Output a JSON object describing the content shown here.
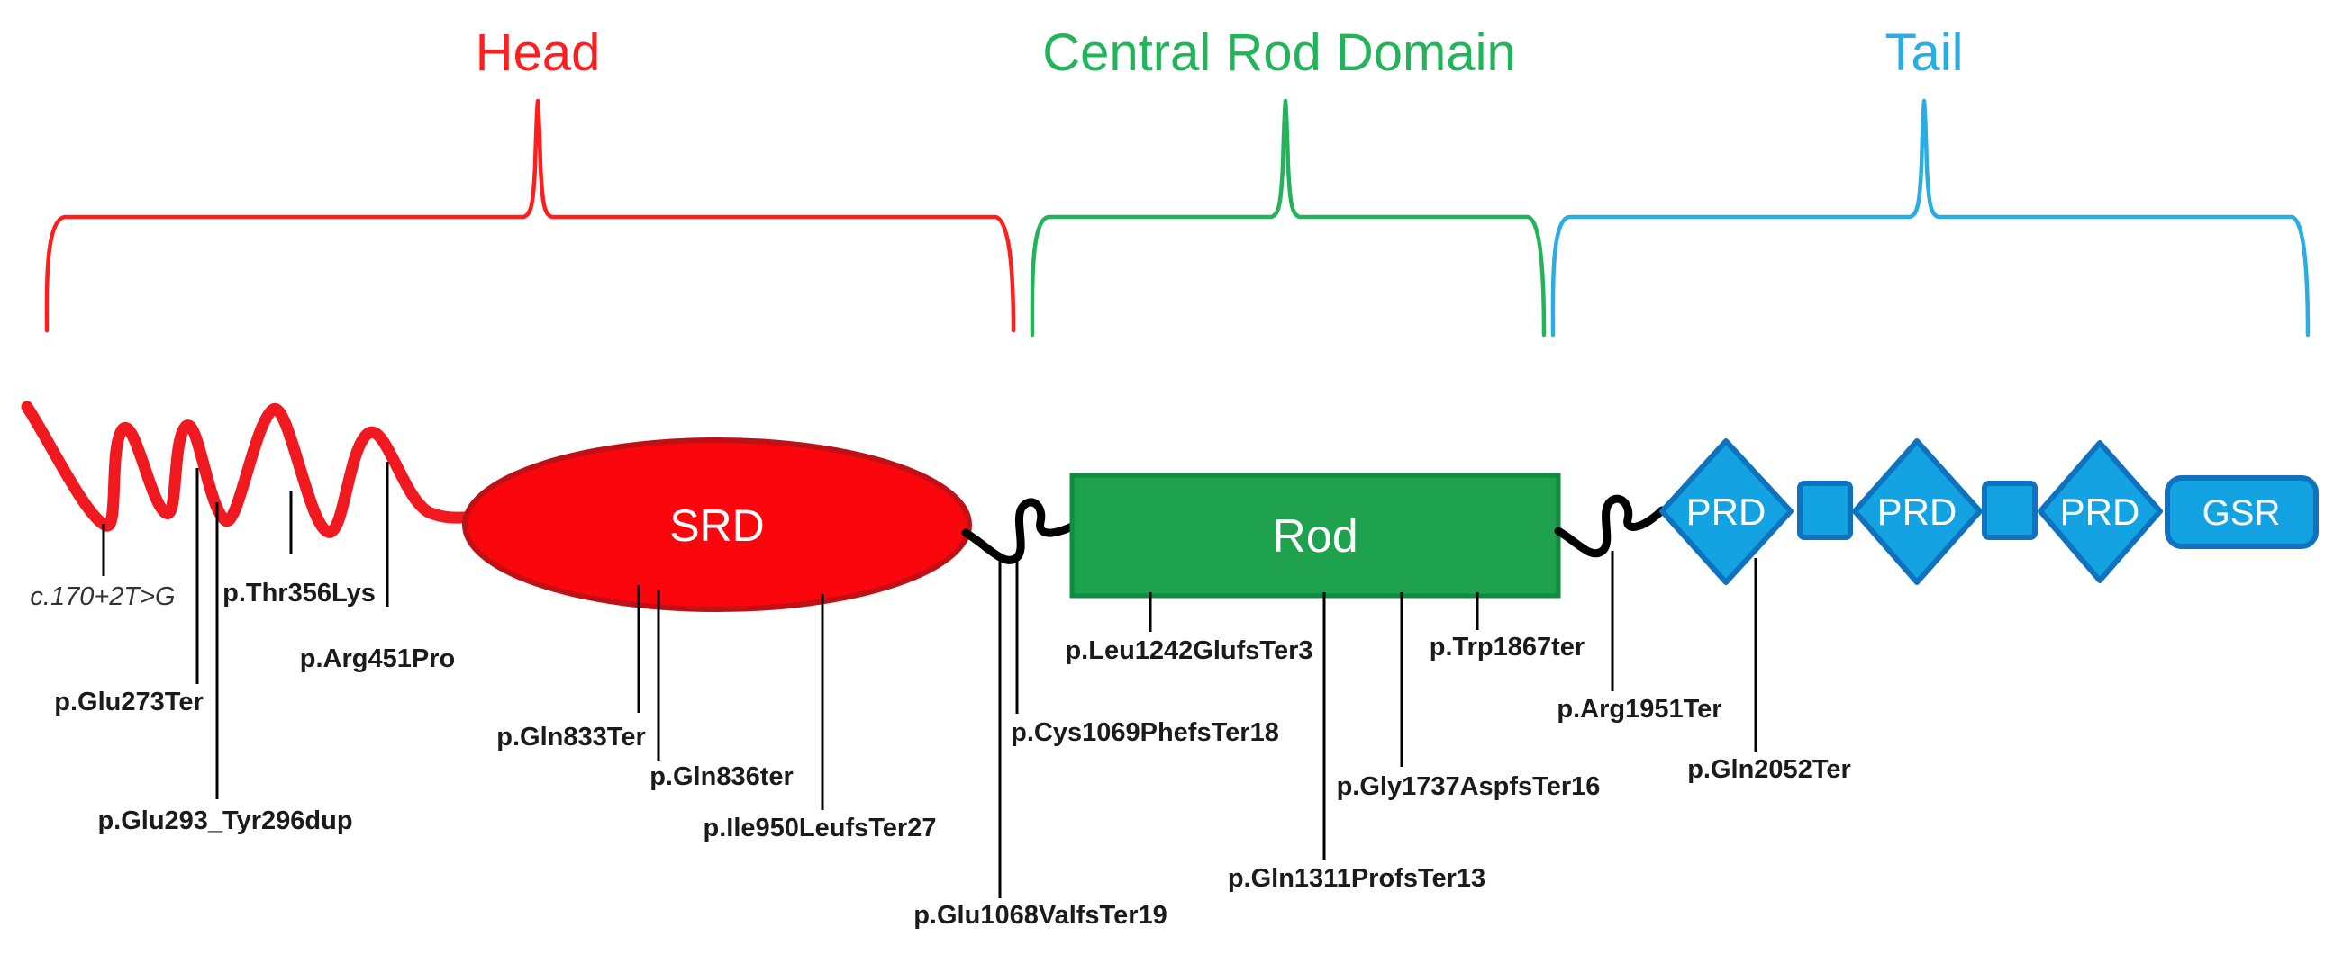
{
  "regions": {
    "head": {
      "label": "Head",
      "color": "#ff1e1e"
    },
    "central_rod": {
      "label": "Central Rod Domain",
      "color": "#23b45b"
    },
    "tail": {
      "label": "Tail",
      "color": "#2bace3"
    }
  },
  "domains": {
    "srd": {
      "label": "SRD",
      "fill": "#fa060c",
      "border": "#bf1016"
    },
    "rod": {
      "label": "Rod",
      "fill": "#1ea24d",
      "border": "#0f8c3f"
    },
    "prd_repeats": [
      {
        "label": "PRD"
      },
      {
        "label": "PRD"
      },
      {
        "label": "PRD"
      }
    ],
    "gsr": {
      "label": "GSR"
    },
    "tail_shapes_fill": "#14a3e2",
    "tail_shapes_border": "#0e72be",
    "head_squiggle_color": "#f01920",
    "linker_color": "#000000"
  },
  "mutations": {
    "c170": {
      "label": "c.170+2T>G"
    },
    "glu273": {
      "label": "p.Glu273Ter"
    },
    "glu293": {
      "label": "p.Glu293_Tyr296dup"
    },
    "thr356": {
      "label": "p.Thr356Lys"
    },
    "arg451": {
      "label": "p.Arg451Pro"
    },
    "gln833": {
      "label": "p.Gln833Ter"
    },
    "gln836": {
      "label": "p.Gln836ter"
    },
    "ile950": {
      "label": "p.Ile950LeufsTer27"
    },
    "glu1068": {
      "label": "p.Glu1068ValfsTer19"
    },
    "cys1069": {
      "label": "p.Cys1069PhefsTer18"
    },
    "leu1242": {
      "label": "p.Leu1242GlufsTer3"
    },
    "gln1311": {
      "label": "p.Gln1311ProfsTer13"
    },
    "gly1737": {
      "label": "p.Gly1737AspfsTer16"
    },
    "trp1867": {
      "label": "p.Trp1867ter"
    },
    "arg1951": {
      "label": "p.Arg1951Ter"
    },
    "gln2052": {
      "label": "p.Gln2052Ter"
    }
  }
}
